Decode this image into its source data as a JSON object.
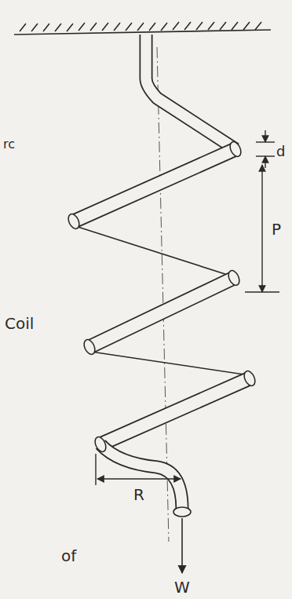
{
  "diagram": {
    "labels": [
      "d",
      "P",
      "rc",
      "Coil",
      "R",
      "W",
      "of"
    ]
  }
}
